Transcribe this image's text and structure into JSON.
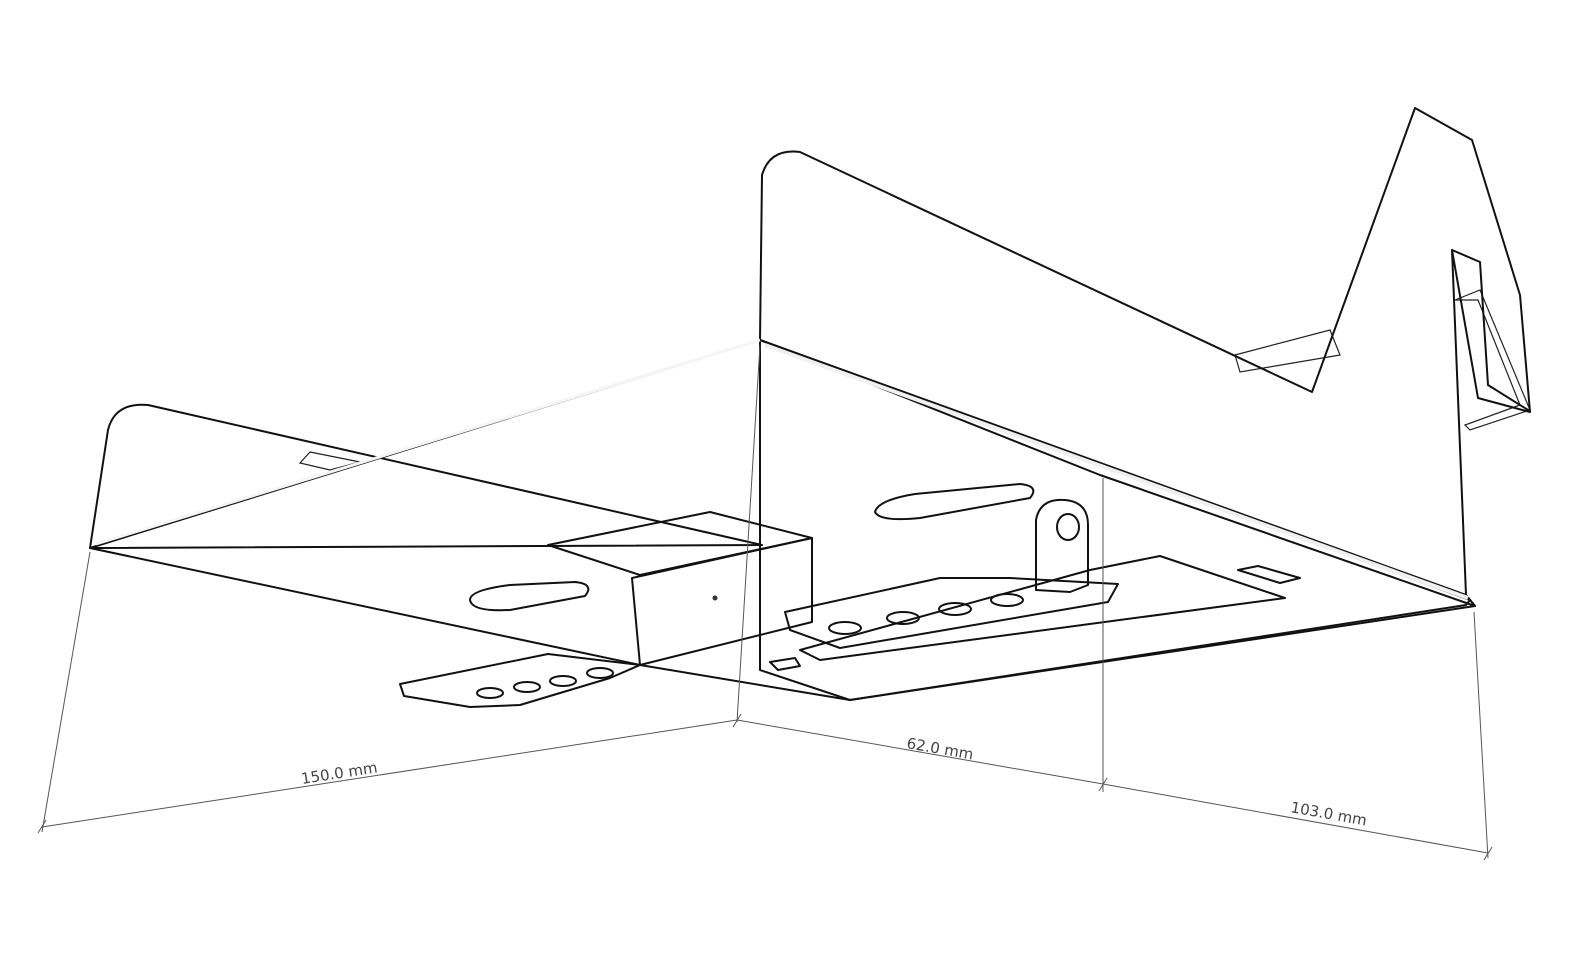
{
  "dimensions": {
    "left": {
      "value": "150.0 mm"
    },
    "middle": {
      "value": "62.0 mm"
    },
    "right": {
      "value": "103.0 mm"
    }
  },
  "colors": {
    "background": "#ffffff",
    "underside": "#a6a6a6",
    "flange": "#d9d9d9",
    "light_face": "#e6e6e6",
    "edge": "#111111",
    "dimension": "#555555"
  }
}
